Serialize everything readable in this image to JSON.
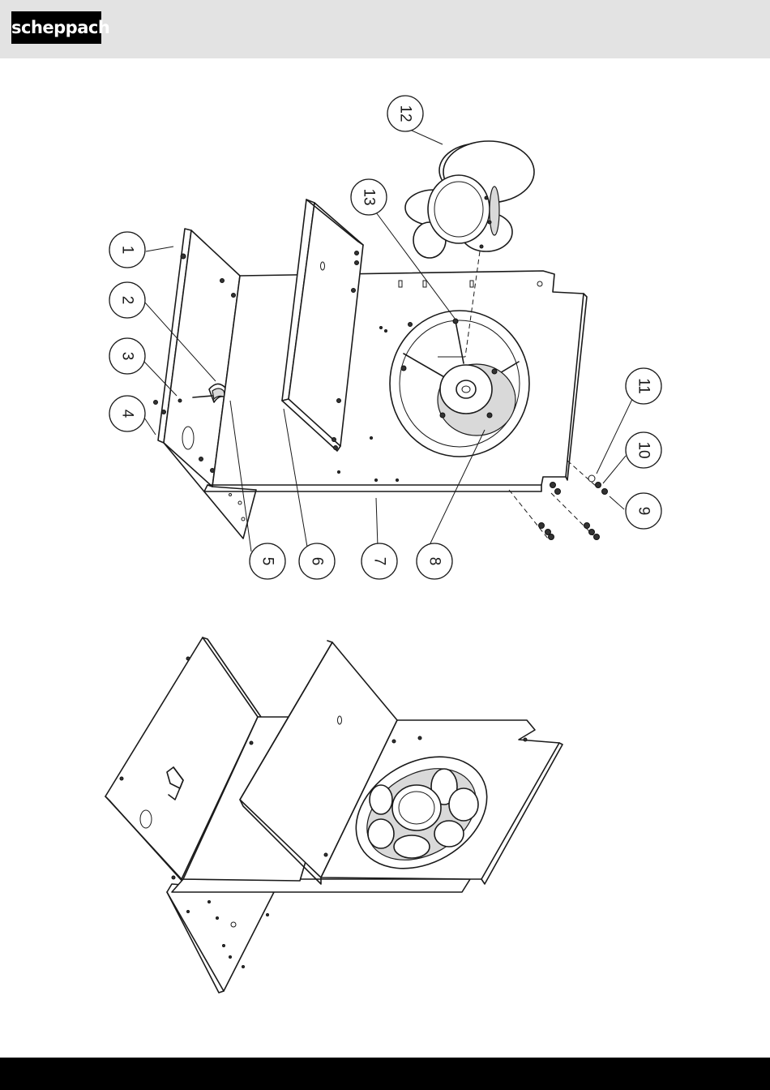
{
  "header": {
    "brand": "scheppach"
  },
  "callouts": [
    {
      "id": "c1",
      "label": "1"
    },
    {
      "id": "c2",
      "label": "2"
    },
    {
      "id": "c3",
      "label": "3"
    },
    {
      "id": "c4",
      "label": "4"
    },
    {
      "id": "c5",
      "label": "5"
    },
    {
      "id": "c6",
      "label": "6"
    },
    {
      "id": "c7",
      "label": "7"
    },
    {
      "id": "c8",
      "label": "8"
    },
    {
      "id": "c9",
      "label": "9"
    },
    {
      "id": "c10",
      "label": "10"
    },
    {
      "id": "c11",
      "label": "11"
    },
    {
      "id": "c12",
      "label": "12"
    },
    {
      "id": "c13",
      "label": "13"
    }
  ]
}
